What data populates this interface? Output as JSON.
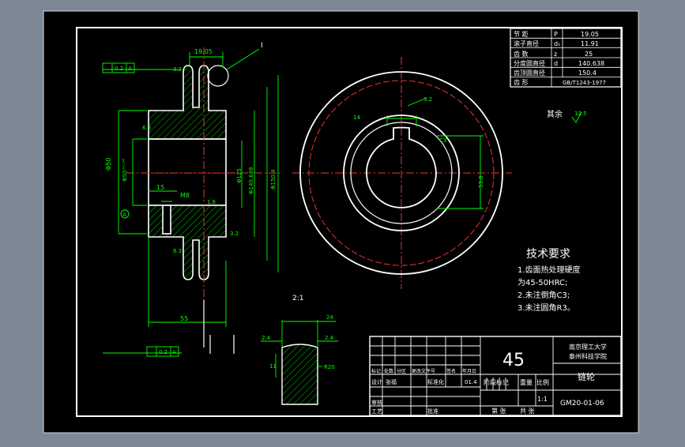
{
  "params_table": {
    "rows": [
      {
        "label": "节 距",
        "symbol": "P",
        "value": "19.05"
      },
      {
        "label": "滚子直径",
        "symbol": "d₁",
        "value": "11.91"
      },
      {
        "label": "齿 数",
        "symbol": "z",
        "value": "25"
      },
      {
        "label": "分度圆直径",
        "symbol": "d",
        "value": "140.638"
      },
      {
        "label": "齿顶圆直径",
        "symbol": "",
        "value": "150.4"
      },
      {
        "label": "齿 形",
        "symbol": "",
        "value": "GB/T1243-1977"
      }
    ]
  },
  "tech_req": {
    "title": "技术要求",
    "lines": [
      "1.齿面热处理硬度",
      "为45-50HRC;",
      "2.未注倒角C3;",
      "3.未注圆角R3。"
    ]
  },
  "rest_note": {
    "text": "其余",
    "value": "12.5"
  },
  "title_block": {
    "material": "45",
    "school_1": "南京理工大学",
    "school_2": "泰州科技学院",
    "part_name": "链轮",
    "drawing_no": "GM20-01-06",
    "scale": "1:1",
    "stage_label": "阶段标记",
    "weight_label": "重量",
    "scale_label": "比例",
    "sheet_label": "第 张",
    "total_label": "共 张",
    "mark_label": "标记",
    "count_label": "处数",
    "zone_label": "分区",
    "docno_label": "更改文件号",
    "sign_label": "签名",
    "date_label": "年月日",
    "design_label": "设计",
    "design_name": "张福",
    "std_label": "标准化",
    "date_val": "01.4",
    "review_label": "审核",
    "craft_label": "工艺",
    "approve_label": "批准"
  },
  "dims": {
    "d_19_05": "19.05",
    "d_50": "Φ50",
    "d_50_2": "Φ50⁺⁰·⁰⁴",
    "d_125": "Φ125",
    "d_140": "Φ140.638",
    "d_150": "Φ150.4",
    "d_15": "15",
    "d_55": "55",
    "d_24": "24",
    "d_14": "14",
    "d_53": "53.8",
    "d_m8": "M8",
    "d_2_4a": "2.4",
    "d_2_4b": "2.4",
    "d_r20": "R20",
    "d_11": "11",
    "tol_top": "0.2",
    "tol_bot": "0.2",
    "datum_a": "A",
    "ratio": "2:1",
    "detail": "I",
    "r_16": "1.6",
    "r_32": "3.2",
    "r_63": "6.3",
    "r_125": "12.5",
    "r_32b": "3.2",
    "r_63b": "6.3",
    "c_3": "C3"
  }
}
